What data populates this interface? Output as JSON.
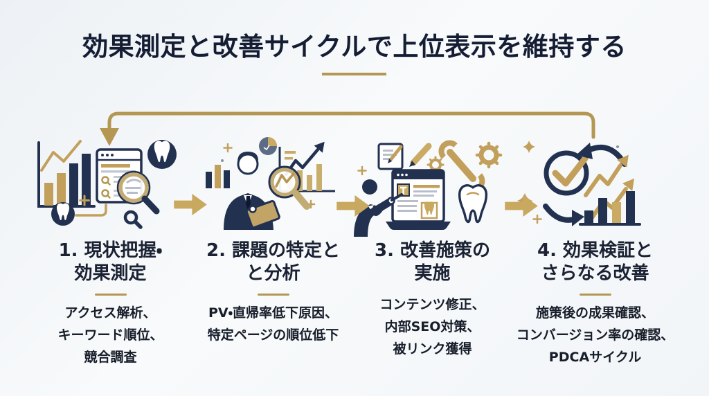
{
  "title": {
    "text": "効果測定と改善サイクルで上位表示を維持する"
  },
  "steps": [
    {
      "heading_lines": [
        "1. 現状把握・",
        "効果測定"
      ],
      "body_lines": [
        "アクセス解析、",
        "キーワード順位、",
        "競合調査"
      ],
      "has_divider": true,
      "illustration_icons": [
        "bar-chart-icon",
        "browser-search-icon",
        "magnifier-icon",
        "tooth-badge-icon",
        "tooth-badge-small-icon",
        "mini-magnifier-icon"
      ]
    },
    {
      "heading_lines": [
        "2. 課題の特定と",
        "と分析"
      ],
      "body_lines": [
        "PV・直帰率低下原因、",
        "特定ページの順位低下"
      ],
      "has_divider": true,
      "illustration_icons": [
        "pie-chart-icon",
        "analyst-person-icon",
        "tablet-icon",
        "zigzag-magnifier-icon",
        "growth-chart-icon"
      ]
    },
    {
      "heading_lines": [
        "3. 改善施策の",
        "実施"
      ],
      "body_lines": [
        "コンテンツ修正、",
        "内部SEO対策、",
        "被リンク獲得"
      ],
      "has_divider": false,
      "illustration_icons": [
        "document-edit-icon",
        "pencil-icon",
        "gear-small-icon",
        "wrench-icon",
        "gear-large-icon",
        "laptop-edit-icon",
        "editor-person-icon",
        "tooth-icon"
      ]
    },
    {
      "heading_lines": [
        "4. 効果検証と",
        "さらなる改善"
      ],
      "body_lines": [
        "施策後の成果確認、",
        "コンバージョン率の確認、",
        "PDCAサイクル"
      ],
      "has_divider": true,
      "illustration_icons": [
        "check-circle-icon",
        "cycle-arrow-top-icon",
        "cycle-arrow-bottom-icon",
        "growth-arrows-icon",
        "result-bar-chart-icon",
        "sparkle-icon"
      ]
    }
  ],
  "flow": {
    "between_step_arrows": 3,
    "loop_back_arrow": "step4-to-step1"
  },
  "colors": {
    "navy": "#223150",
    "gold": "#b49752",
    "gold_light": "#c9ab66",
    "title_text": "#141d33",
    "body_text": "#171e2a",
    "background": "#f3f6f8"
  }
}
